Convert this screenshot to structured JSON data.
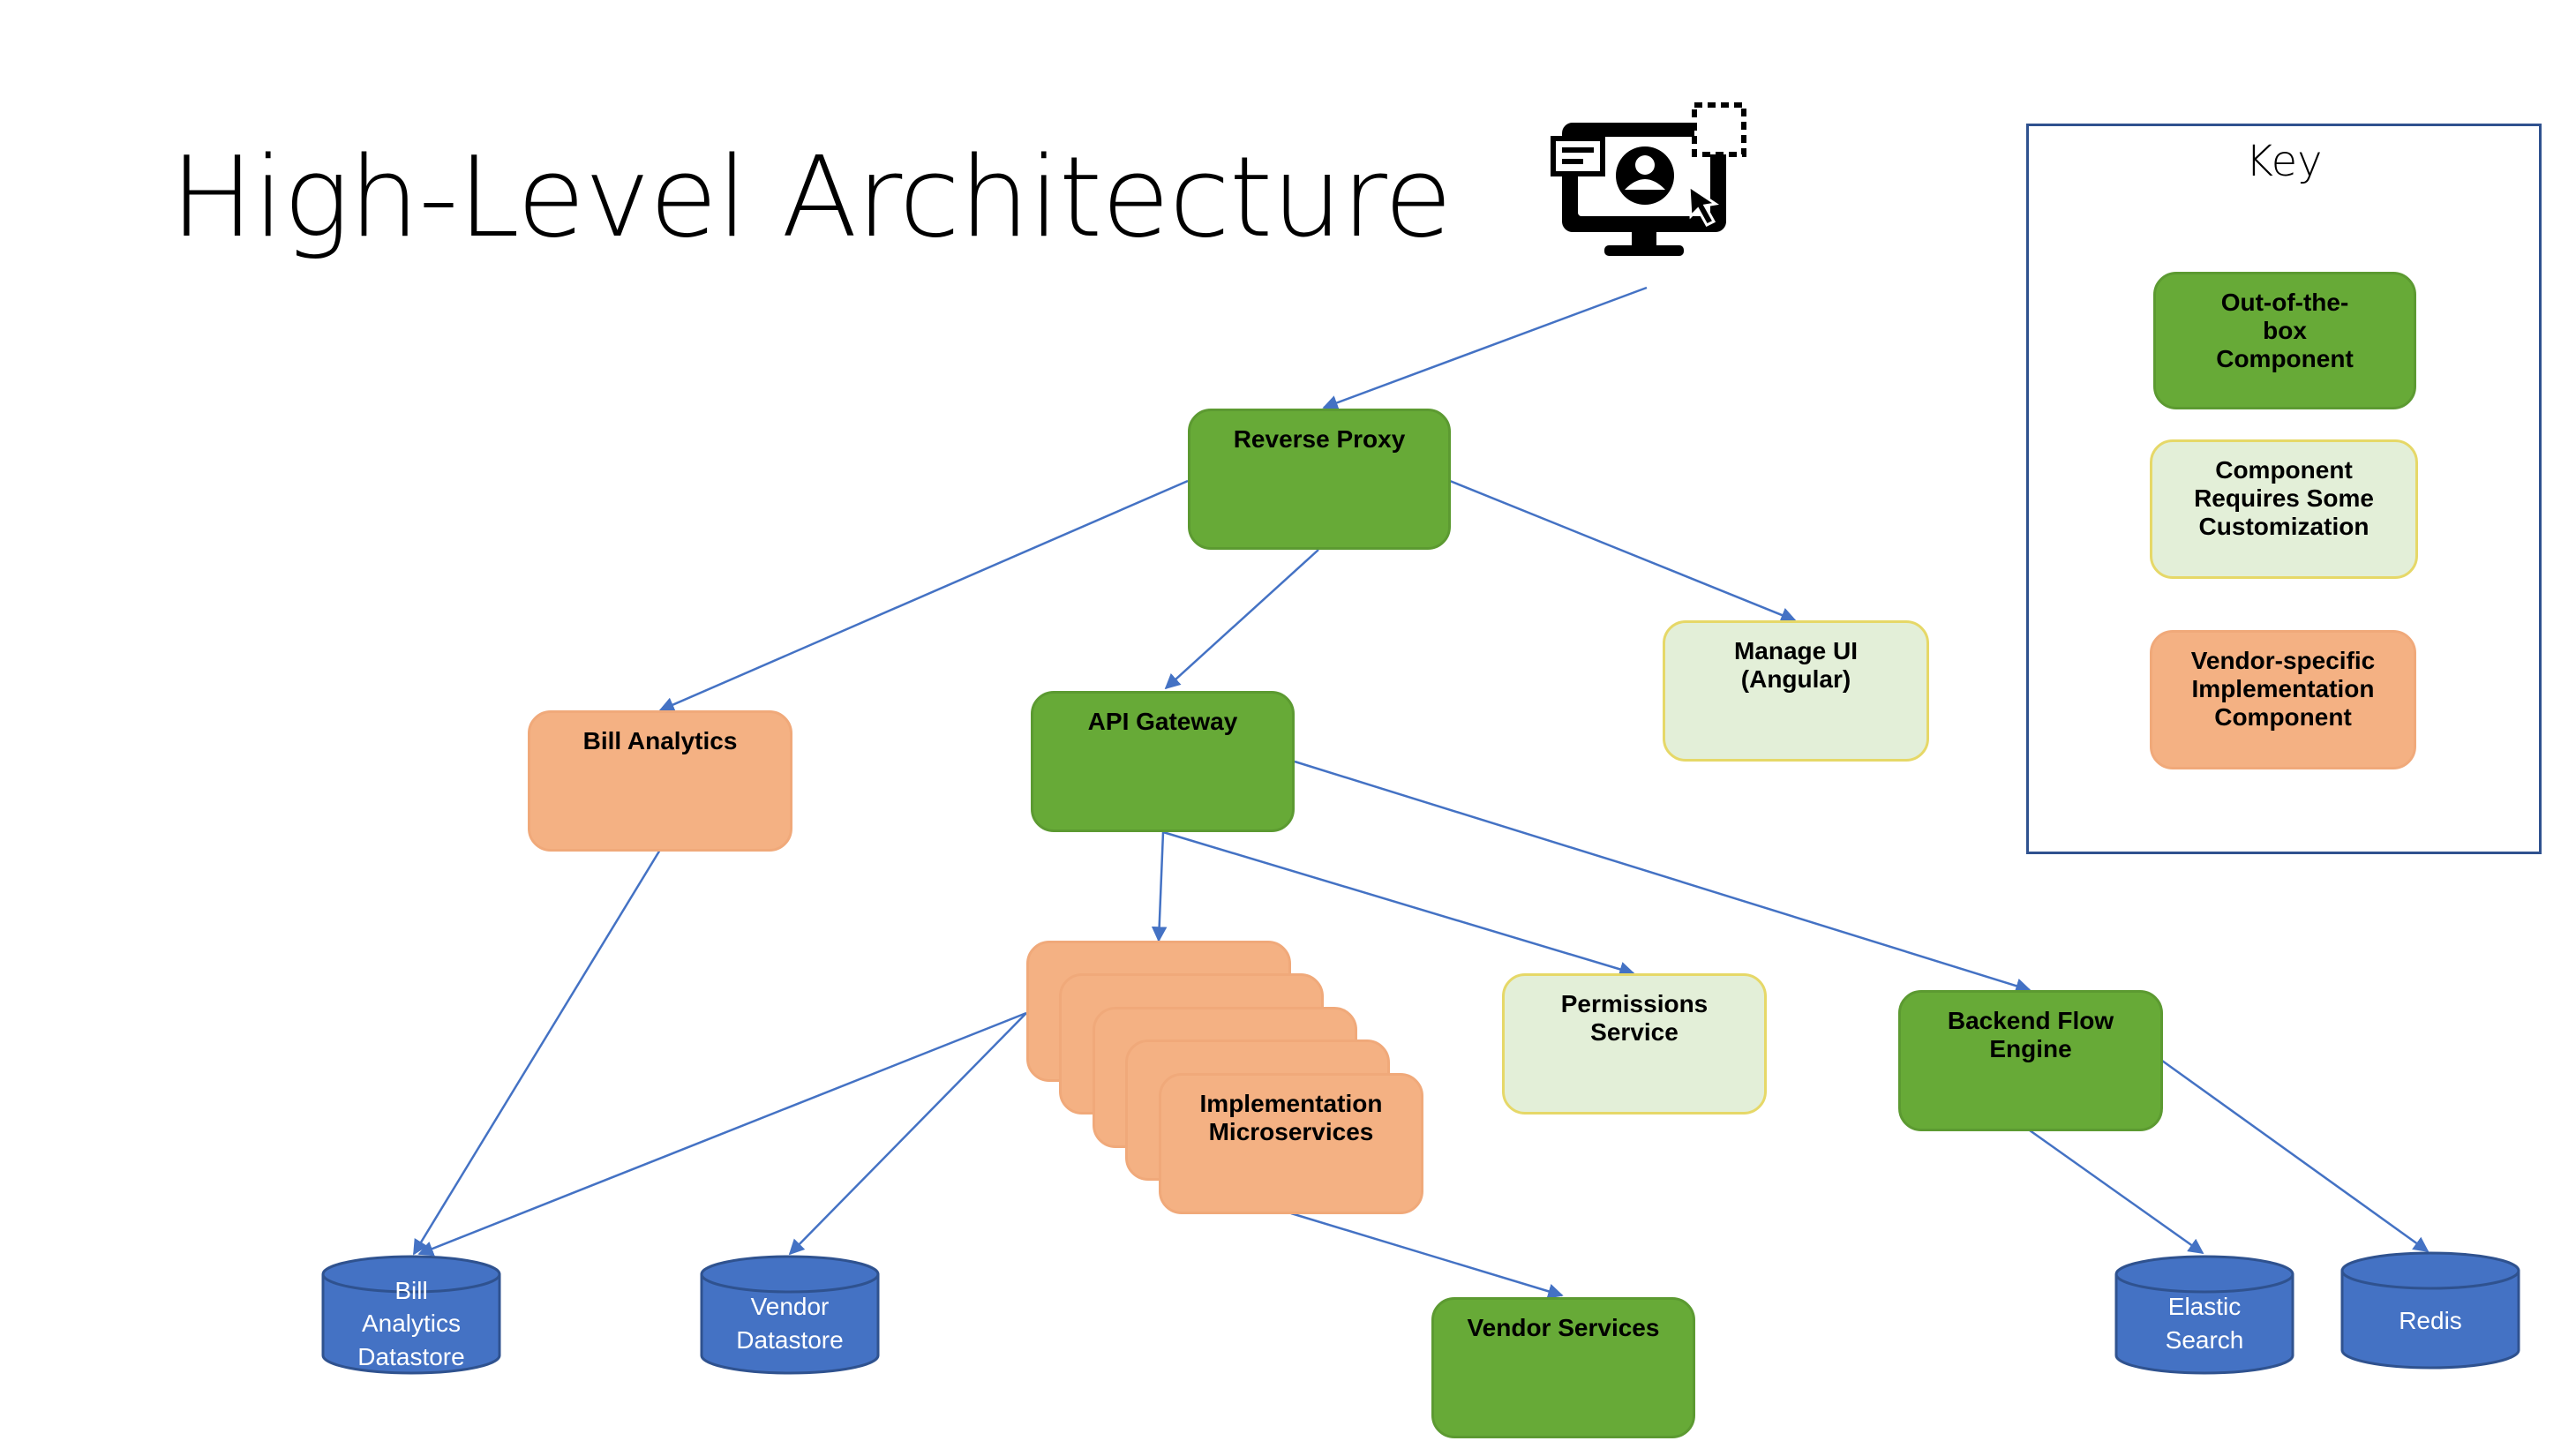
{
  "title": "High-Level Architecture",
  "icons": {
    "client": "monitor-user-icon"
  },
  "key": {
    "title": "Key",
    "items": [
      {
        "label": "Out-of-the-box Component",
        "color": "#67aa37"
      },
      {
        "label": "Component Requires Some Customization",
        "color": "#e3efd8"
      },
      {
        "label": "Vendor-specific Implementation Component",
        "color": "#f4b183"
      }
    ]
  },
  "nodes": {
    "reverse_proxy": "Reverse Proxy",
    "api_gateway": "API Gateway",
    "manage_ui": "Manage UI (Angular)",
    "bill_analytics": "Bill Analytics",
    "implementation_microservices": "Implementation Microservices",
    "permissions_service": "Permissions Service",
    "backend_flow_engine": "Backend Flow Engine",
    "vendor_services": "Vendor Services"
  },
  "datastores": {
    "bill_analytics_datastore": [
      "Bill",
      "Analytics",
      "Datastore"
    ],
    "vendor_datastore": [
      "Vendor",
      "Datastore"
    ],
    "elastic_search": [
      "Elastic",
      "Search"
    ],
    "redis": [
      "Redis"
    ]
  },
  "colors": {
    "green": "#67aa37",
    "light_green": "#e3efd8",
    "orange": "#f4b183",
    "datastore_blue": "#4472c4",
    "arrow": "#4472c4",
    "key_border": "#2f528f"
  }
}
